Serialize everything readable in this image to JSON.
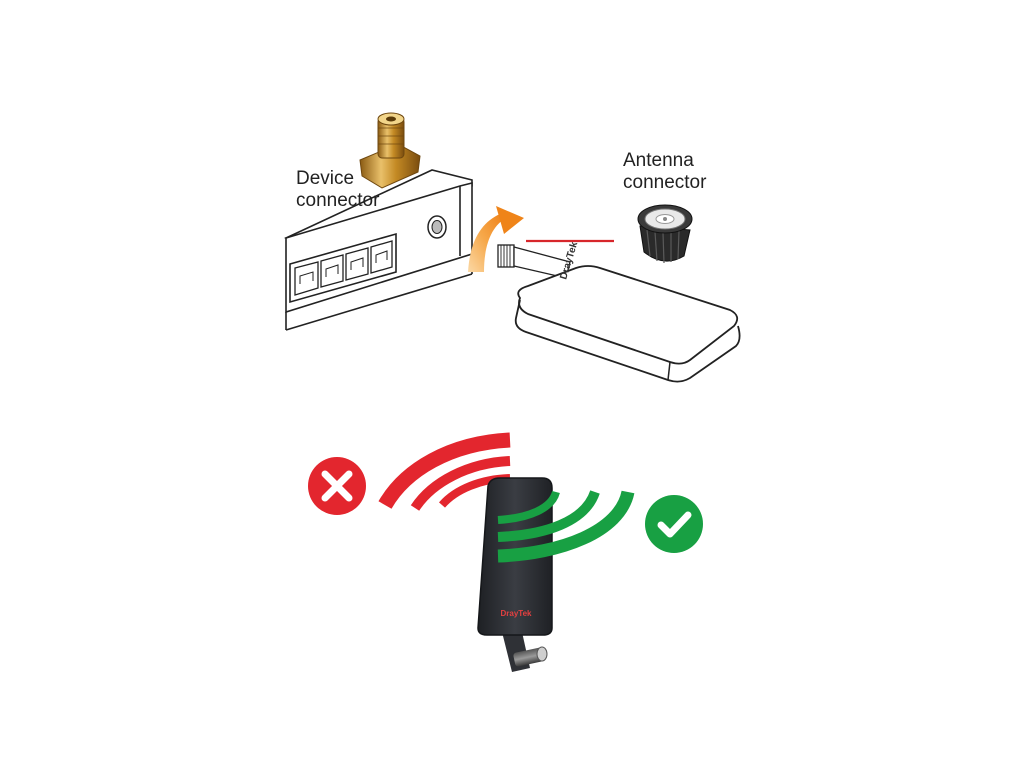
{
  "labels": {
    "device_connector_line1": "Device",
    "device_connector_line2": "connector",
    "antenna_connector_line1": "Antenna",
    "antenna_connector_line2": "connector"
  },
  "brand": {
    "dongle_text": "DrayTek",
    "panel_text": "DrayTek"
  },
  "indicators": {
    "wrong_icon": "cross-circle-icon",
    "right_icon": "check-circle-icon"
  },
  "colors": {
    "wrong": "#e3262e",
    "right": "#18a043",
    "arrow": "#f08a1e",
    "connector_gold": "#c9962e",
    "panel": "#2b2e33",
    "leader_line": "#d7262b"
  }
}
